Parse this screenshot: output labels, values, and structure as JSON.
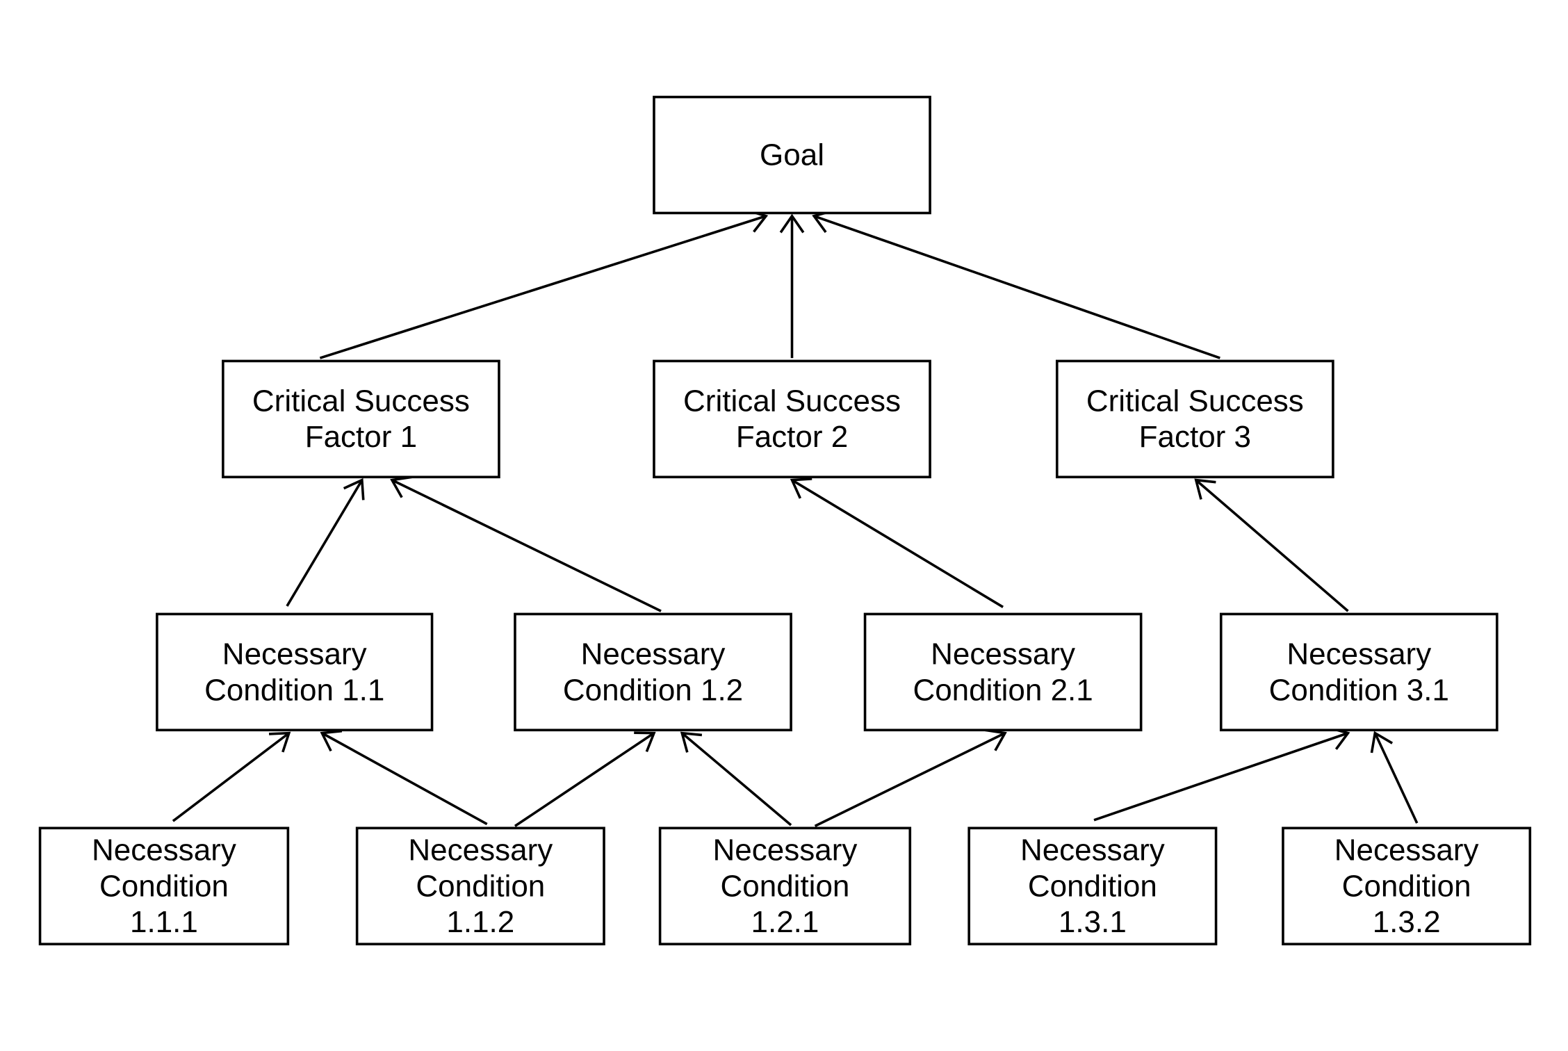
{
  "diagram": {
    "nodes": [
      {
        "id": "goal",
        "lines": [
          "Goal"
        ]
      },
      {
        "id": "csf1",
        "lines": [
          "Critical Success",
          "Factor 1"
        ]
      },
      {
        "id": "csf2",
        "lines": [
          "Critical Success",
          "Factor 2"
        ]
      },
      {
        "id": "csf3",
        "lines": [
          "Critical Success",
          "Factor 3"
        ]
      },
      {
        "id": "nc11",
        "lines": [
          "Necessary",
          "Condition 1.1"
        ]
      },
      {
        "id": "nc12",
        "lines": [
          "Necessary",
          "Condition 1.2"
        ]
      },
      {
        "id": "nc21",
        "lines": [
          "Necessary",
          "Condition 2.1"
        ]
      },
      {
        "id": "nc31",
        "lines": [
          "Necessary",
          "Condition 3.1"
        ]
      },
      {
        "id": "nc111",
        "lines": [
          "Necessary",
          "Condition",
          "1.1.1"
        ]
      },
      {
        "id": "nc112",
        "lines": [
          "Necessary",
          "Condition",
          "1.1.2"
        ]
      },
      {
        "id": "nc121",
        "lines": [
          "Necessary",
          "Condition",
          "1.2.1"
        ]
      },
      {
        "id": "nc131",
        "lines": [
          "Necessary",
          "Condition",
          "1.3.1"
        ]
      },
      {
        "id": "nc132",
        "lines": [
          "Necessary",
          "Condition",
          "1.3.2"
        ]
      }
    ],
    "edges": [
      {
        "from": "csf1",
        "to": "goal"
      },
      {
        "from": "csf2",
        "to": "goal"
      },
      {
        "from": "csf3",
        "to": "goal"
      },
      {
        "from": "nc11",
        "to": "csf1"
      },
      {
        "from": "nc12",
        "to": "csf1"
      },
      {
        "from": "nc21",
        "to": "csf2"
      },
      {
        "from": "nc31",
        "to": "csf3"
      },
      {
        "from": "nc111",
        "to": "nc11"
      },
      {
        "from": "nc112",
        "to": "nc11"
      },
      {
        "from": "nc112",
        "to": "nc12"
      },
      {
        "from": "nc121",
        "to": "nc12"
      },
      {
        "from": "nc121",
        "to": "nc21"
      },
      {
        "from": "nc131",
        "to": "nc31"
      },
      {
        "from": "nc132",
        "to": "nc31"
      }
    ]
  }
}
